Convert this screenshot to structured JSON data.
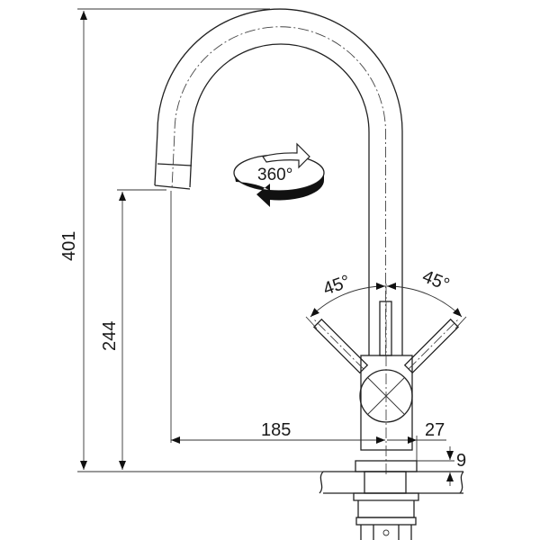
{
  "title": "Kitchen faucet dimension drawing",
  "dimensions": {
    "total_height": "401",
    "spout_height": "244",
    "spout_reach": "185",
    "body_offset": "27",
    "base_thickness": "9",
    "rotation": "360°",
    "lever_left_angle": "45°",
    "lever_right_angle": "45°"
  },
  "colors": {
    "line": "#222222",
    "background": "#ffffff"
  }
}
